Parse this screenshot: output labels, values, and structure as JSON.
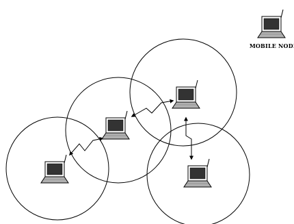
{
  "legend": {
    "label": "MOBILE NODE",
    "icon": "laptop-icon"
  },
  "nodes": [
    {
      "name": "laptop-icon-bottom-left"
    },
    {
      "name": "laptop-icon-center"
    },
    {
      "name": "laptop-icon-top-right"
    },
    {
      "name": "laptop-icon-bottom-right"
    }
  ],
  "ranges": [
    {
      "name": "range-circle-left"
    },
    {
      "name": "range-circle-center"
    },
    {
      "name": "range-circle-top-right"
    },
    {
      "name": "range-circle-bottom-right"
    }
  ],
  "links": [
    {
      "name": "wireless-link-left-center",
      "style": "zigzag"
    },
    {
      "name": "wireless-link-center-top",
      "style": "zigzag"
    },
    {
      "name": "wireless-link-top-bottom",
      "style": "zigzag"
    }
  ],
  "colors": {
    "line": "#000000",
    "screen": "#333333",
    "laptop_body": "#b0b0b0",
    "background": "#ffffff"
  }
}
